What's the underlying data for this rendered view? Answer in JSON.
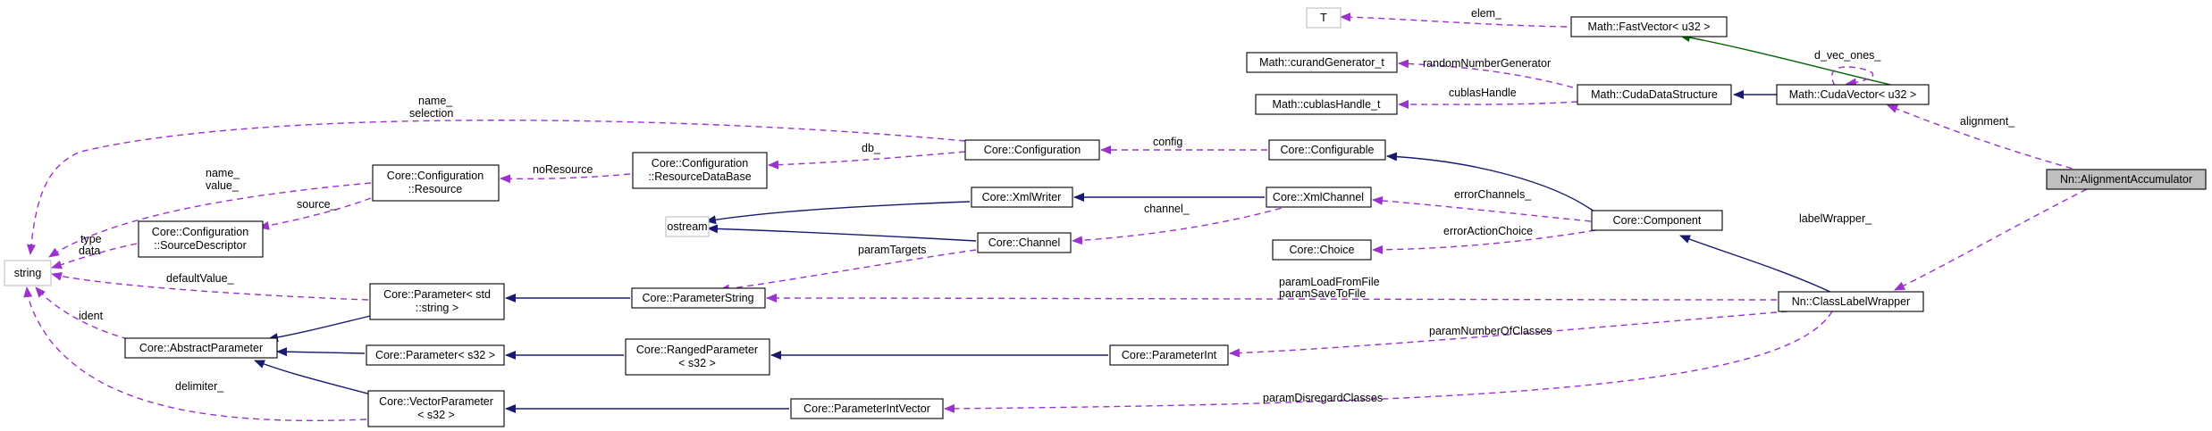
{
  "colors": {
    "usage_edge": "#9a32cd",
    "inheritance_edge": "#191970",
    "template_edge": "#006400",
    "focus_node_fill": "#bfbfbf",
    "external_node_border": "#bfbfbf"
  },
  "nodes": {
    "t": "T",
    "fastvector": "Math::FastVector< u32 >",
    "curand": "Math::curandGenerator_t",
    "cublas": "Math::cublasHandle_t",
    "cudadata": "Math::CudaDataStructure",
    "cudavector": "Math::CudaVector< u32 >",
    "alignacc": "Nn::AlignmentAccumulator",
    "string": "string",
    "resource": [
      "Core::Configuration",
      "::Resource"
    ],
    "resdb": [
      "Core::Configuration",
      "::ResourceDataBase"
    ],
    "configuration": "Core::Configuration",
    "configurable": "Core::Configurable",
    "srcdesc": [
      "Core::Configuration",
      "::SourceDescriptor"
    ],
    "xmlwriter": "Core::XmlWriter",
    "xmlchannel": "Core::XmlChannel",
    "ostream": "ostream",
    "channel": "Core::Channel",
    "choice": "Core::Choice",
    "component": "Core::Component",
    "paramstdstring": [
      "Core::Parameter< std",
      "::string >"
    ],
    "paramstring": "Core::ParameterString",
    "classlabel": "Nn::ClassLabelWrapper",
    "abstractparam": "Core::AbstractParameter",
    "params32": "Core::Parameter< s32 >",
    "rangedparam": [
      "Core::RangedParameter",
      "< s32 >"
    ],
    "paramint": "Core::ParameterInt",
    "vectorparam": [
      "Core::VectorParameter",
      "< s32 >"
    ],
    "paramintvector": "Core::ParameterIntVector"
  },
  "edge_labels": {
    "elem": "elem_",
    "d_vec_ones": "d_vec_ones_",
    "random_number_generator": "randomNumberGenerator",
    "cublas_handle": "cublasHandle",
    "alignment": "alignment_",
    "name_selection": [
      "name_",
      "selection"
    ],
    "db": "db_",
    "config": "config",
    "no_resource": "noResource",
    "name_value": [
      "name_",
      "value_"
    ],
    "source": "source_",
    "type_data": [
      "type",
      "data"
    ],
    "channel": "channel_",
    "error_channels": "errorChannels_",
    "label_wrapper": "labelWrapper_",
    "error_action_choice": "errorActionChoice",
    "param_targets": "paramTargets",
    "default_value": "defaultValue_",
    "param_load_save": [
      "paramLoadFromFile",
      "paramSaveToFile"
    ],
    "ident": "ident",
    "param_number_of_classes": "paramNumberOfClasses",
    "delimiter": "delimiter_",
    "param_disregard_classes": "paramDisregardClasses"
  }
}
